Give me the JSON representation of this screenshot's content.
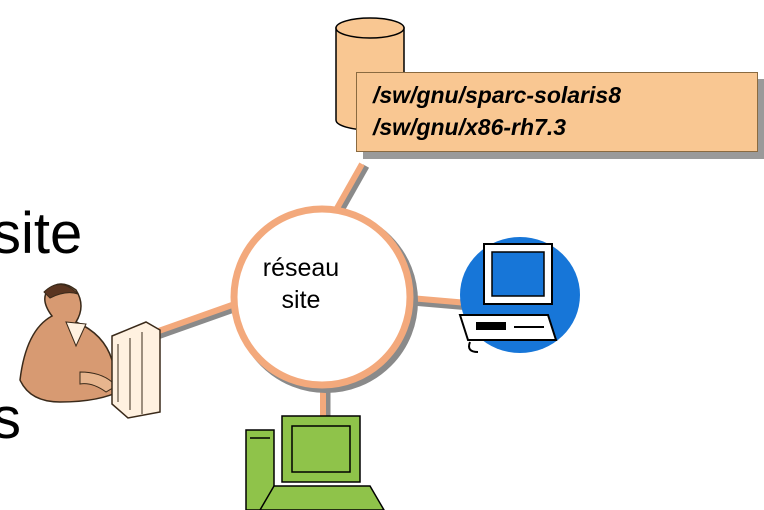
{
  "texts": {
    "fragment_site": "site",
    "fragment_s": "s"
  },
  "hub": {
    "line1": "réseau",
    "line2": "site"
  },
  "storage": {
    "paths": [
      "/sw/gnu/sparc-solaris8",
      "/sw/gnu/x86-rh7.3"
    ]
  },
  "colors": {
    "link_orange": "#f3a97c",
    "link_shadow": "#8a8a8a",
    "hub_ring": "#f3a97c",
    "path_box_fill": "#f9c792",
    "database_fill": "#f9c792",
    "workstation_green": "#8fc34a",
    "client_blue": "#1776d8"
  },
  "icons": [
    "database-icon",
    "person-at-computer-icon",
    "desktop-computer-icon",
    "workstation-icon"
  ]
}
